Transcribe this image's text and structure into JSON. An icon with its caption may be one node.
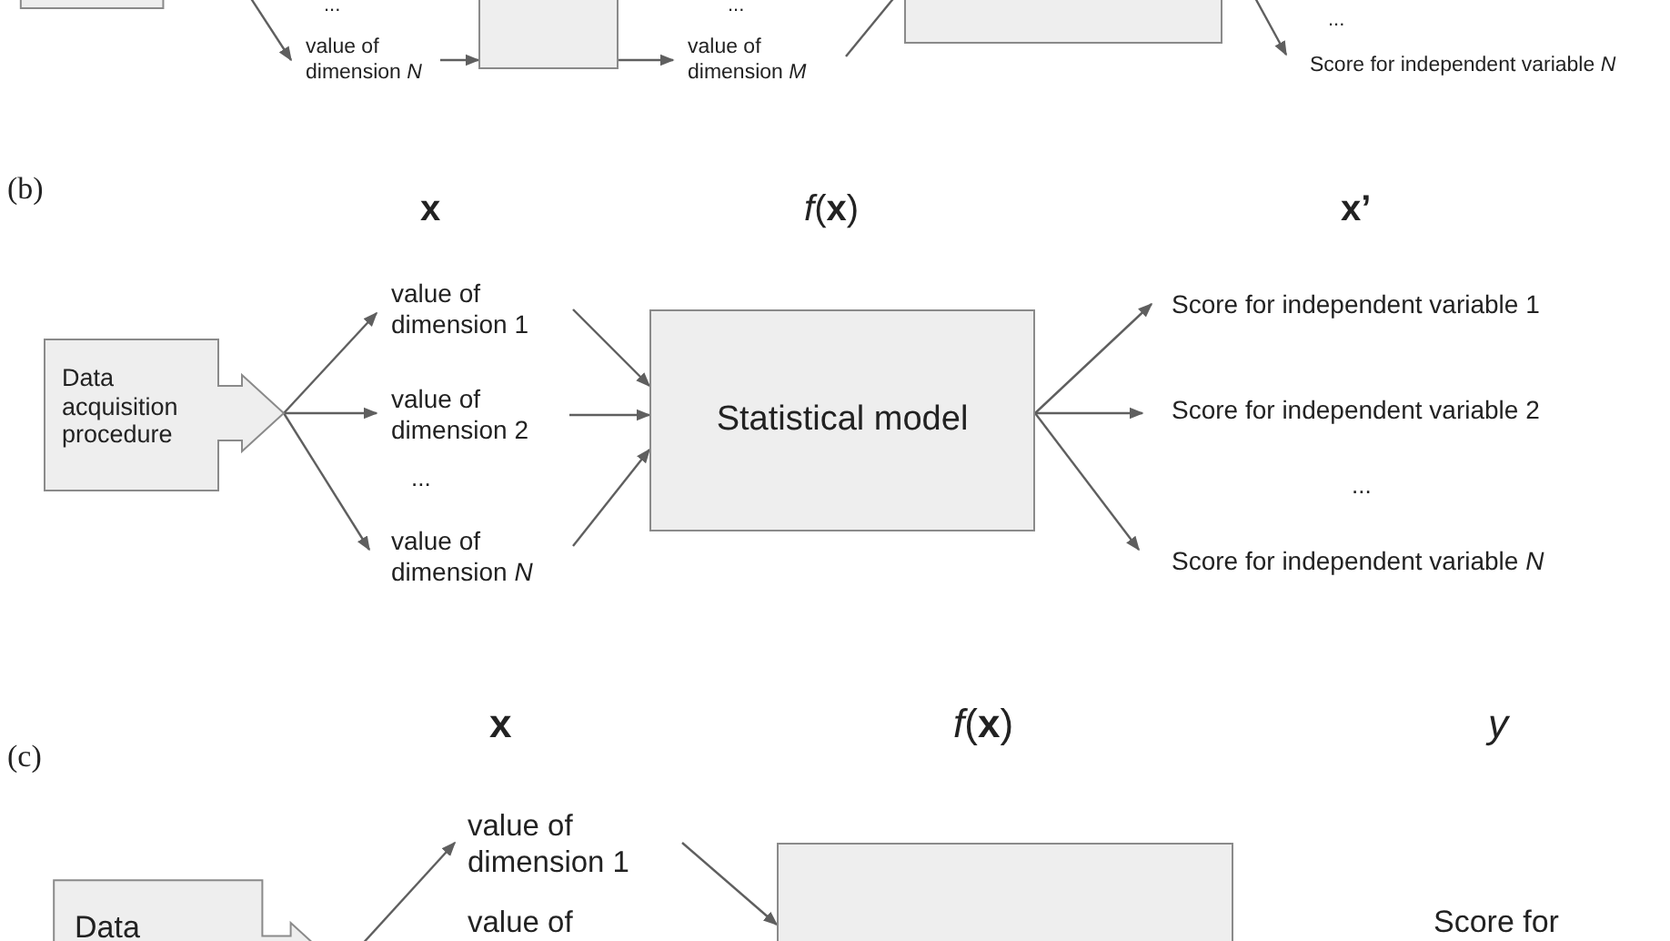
{
  "diagram": {
    "nodes": [
      {
        "text": [],
        "shape": "box"
      },
      {
        "text": [
          "value of dimension *N*"
        ]
      },
      {
        "text": [],
        "shape": "box"
      },
      {
        "text": [
          "value of dimension *M*"
        ]
      },
      {
        "text": [],
        "shape": "box"
      },
      {
        "text": [
          "Score for independent variable *N*"
        ]
      },
      {
        "text": [
          "Data acquisition procedure"
        ]
      },
      {
        "text": [
          "value of dimension 1"
        ]
      },
      {
        "text": [
          "value of dimension 2"
        ]
      },
      {
        "text": [
          "value of dimension *N*"
        ]
      },
      {
        "text": [
          "Statistical model"
        ]
      },
      {
        "text": [
          "Score for independent variable 1"
        ]
      },
      {
        "text": [
          "Score for independent variable 2"
        ]
      },
      {
        "text": [
          "Score for independent variable *N*"
        ]
      },
      {
        "text": [
          "Data"
        ]
      },
      {
        "text": [
          "value of dimension 1"
        ]
      },
      {
        "text": [
          "value of"
        ]
      },
      {
        "text": [],
        "shape": "box"
      },
      {
        "text": [
          "Score for"
        ]
      }
    ],
    "edges": [
      {
        "from": 0,
        "to": 1,
        "arrow": "to"
      },
      {
        "from": 1,
        "to": 2,
        "arrow": "to"
      },
      {
        "from": 2,
        "to": 3,
        "arrow": "to"
      },
      {
        "from": 3,
        "to": 4,
        "arrow": "none"
      },
      {
        "from": 4,
        "to": 5,
        "arrow": "to"
      },
      {
        "from": 6,
        "to": 7,
        "arrow": "to"
      },
      {
        "from": 6,
        "to": 8,
        "arrow": "to"
      },
      {
        "from": 6,
        "to": 9,
        "arrow": "to"
      },
      {
        "from": 7,
        "to": 10,
        "arrow": "to"
      },
      {
        "from": 8,
        "to": 10,
        "arrow": "to"
      },
      {
        "from": 9,
        "to": 10,
        "arrow": "to"
      },
      {
        "from": 10,
        "to": 11,
        "arrow": "to"
      },
      {
        "from": 10,
        "to": 12,
        "arrow": "to"
      },
      {
        "from": 10,
        "to": 13,
        "arrow": "to"
      },
      {
        "from": 14,
        "to": 15,
        "arrow": "to"
      },
      {
        "from": 15,
        "to": 17,
        "arrow": "to"
      }
    ],
    "labels": [
      "...",
      "...",
      "...",
      "(b)",
      "x",
      "*f*(**x**)",
      "x’",
      "...",
      "...",
      "(c)",
      "x",
      "*f*(**x**)",
      "y"
    ]
  }
}
